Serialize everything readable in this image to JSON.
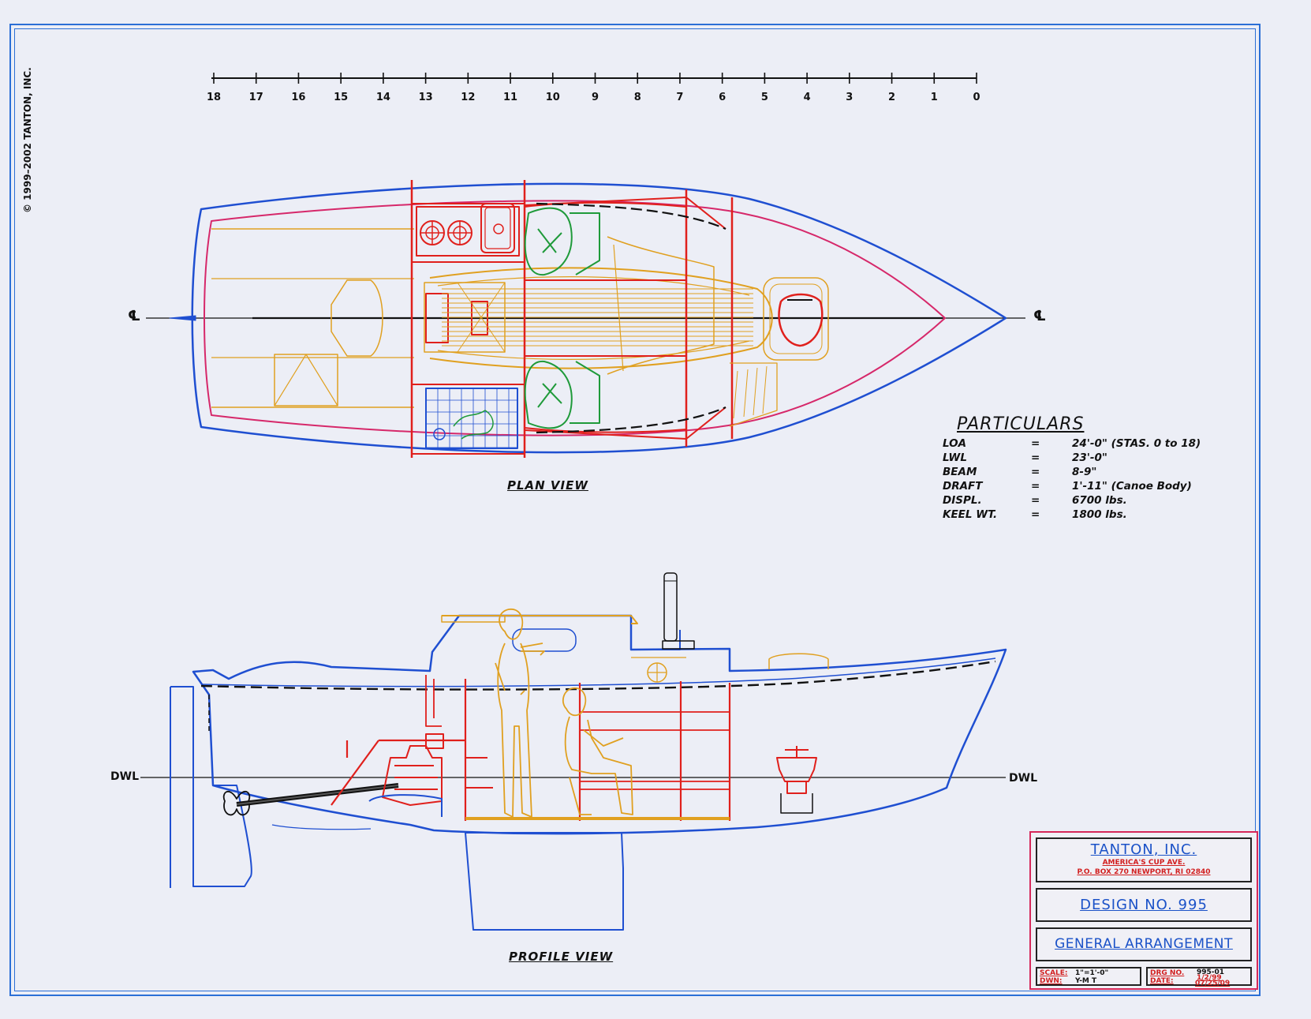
{
  "copyright": "© 1999–2002 TANTON, INC.",
  "scale_ticks": [
    "18",
    "17",
    "16",
    "15",
    "14",
    "13",
    "12",
    "11",
    "10",
    "9",
    "8",
    "7",
    "6",
    "5",
    "4",
    "3",
    "2",
    "1",
    "0"
  ],
  "plan_view": {
    "title": "PLAN VIEW",
    "centerline_left": "℄",
    "centerline_right": "℄"
  },
  "profile_view": {
    "title": "PROFILE VIEW",
    "dwl_left": "DWL",
    "dwl_right": "DWL"
  },
  "particulars": {
    "title": "PARTICULARS",
    "rows": [
      {
        "key": "LOA",
        "eq": "=",
        "value": "24'-0\" (STAS. 0 to 18)"
      },
      {
        "key": "LWL",
        "eq": "=",
        "value": "23'-0\""
      },
      {
        "key": "BEAM",
        "eq": "=",
        "value": "8-9\""
      },
      {
        "key": "DRAFT",
        "eq": "=",
        "value": "1'-11\" (Canoe Body)"
      },
      {
        "key": "DISPL.",
        "eq": "=",
        "value": "6700 lbs."
      },
      {
        "key": "KEEL WT.",
        "eq": "=",
        "value": "1800 lbs."
      }
    ]
  },
  "title_block": {
    "firm": "TANTON, INC.",
    "address1": "AMERICA'S CUP AVE.",
    "address2": "P.O. BOX 270 NEWPORT, RI 02840",
    "design_no": "DESIGN NO. 995",
    "drawing_title": "GENERAL ARRANGEMENT",
    "scale_label": "SCALE:",
    "scale_value": "1\"=1'-0\"",
    "dwn_label": "DWN:",
    "dwn_value": "Y-M T",
    "drg_label": "DRG NO.",
    "drg_value": "995-01",
    "date_label": "DATE:",
    "date_value1": "1/2/99",
    "date_value2": "07/25/09"
  },
  "colors": {
    "hull_blue": "#1f4fd1",
    "structure_red": "#e0201c",
    "interior_orange": "#e0a020",
    "sheer_magenta": "#d6286a",
    "seat_green": "#1f9a3a",
    "frame_blue": "#2b6fd6"
  }
}
